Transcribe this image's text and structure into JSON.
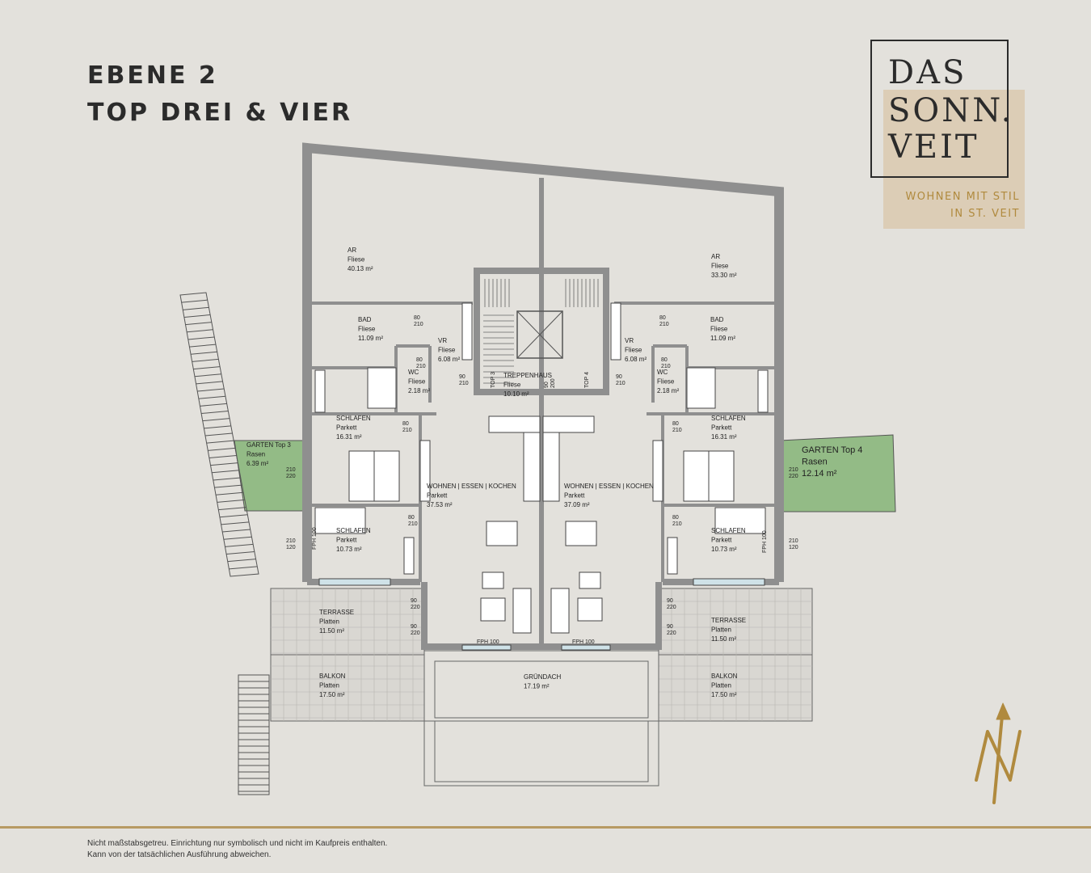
{
  "header": {
    "title_line1": "EBENE 2",
    "title_line2": "TOP DREI & VIER"
  },
  "logo": {
    "line1": "DAS",
    "line2": "SONN.",
    "line3": "VEIT",
    "tagline1": "WOHNEN MIT STIL",
    "tagline2": "IN ST. VEIT"
  },
  "footer": {
    "note_line1": "Nicht maßstabsgetreu. Einrichtung nur symbolisch und nicht im Kaufpreis enthalten.",
    "note_line2": "Kann von der tatsächlichen Ausführung abweichen."
  },
  "colors": {
    "background": "#e3e1dc",
    "wall": "#8f8f8f",
    "garden": "#93bb86",
    "accent_gold": "#b08a3e",
    "logo_block": "#dccdb6"
  },
  "north_arrow": {
    "icon": "north-arrow-icon"
  },
  "rooms": {
    "ar_left": {
      "name": "AR",
      "floor": "Fliese",
      "area": "40.13 m²"
    },
    "ar_right": {
      "name": "AR",
      "floor": "Fliese",
      "area": "33.30 m²"
    },
    "bad_left": {
      "name": "BAD",
      "floor": "Fliese",
      "area": "11.09 m²"
    },
    "bad_right": {
      "name": "BAD",
      "floor": "Fliese",
      "area": "11.09 m²"
    },
    "vr_left": {
      "name": "VR",
      "floor": "Fliese",
      "area": "6.08 m²"
    },
    "vr_right": {
      "name": "VR",
      "floor": "Fliese",
      "area": "6.08 m²"
    },
    "wc_left": {
      "name": "WC",
      "floor": "Fliese",
      "area": "2.18 m²"
    },
    "wc_right": {
      "name": "WC",
      "floor": "Fliese",
      "area": "2.18 m²"
    },
    "treppenhaus": {
      "name": "TREPPENHAUS",
      "floor": "Fliese",
      "area": "10.10 m²"
    },
    "schlafen1_left": {
      "name": "SCHLAFEN",
      "floor": "Parkett",
      "area": "16.31 m²"
    },
    "schlafen1_right": {
      "name": "SCHLAFEN",
      "floor": "Parkett",
      "area": "16.31 m²"
    },
    "schlafen2_left": {
      "name": "SCHLAFEN",
      "floor": "Parkett",
      "area": "10.73 m²"
    },
    "schlafen2_right": {
      "name": "SCHLAFEN",
      "floor": "Parkett",
      "area": "10.73 m²"
    },
    "wek_left": {
      "name": "WOHNEN | ESSEN | KOCHEN",
      "floor": "Parkett",
      "area": "37.53 m²"
    },
    "wek_right": {
      "name": "WOHNEN | ESSEN | KOCHEN",
      "floor": "Parkett",
      "area": "37.09 m²"
    },
    "garten_left": {
      "name": "GARTEN Top 3",
      "floor": "Rasen",
      "area": "6.39 m²"
    },
    "garten_right": {
      "name": "GARTEN Top 4",
      "floor": "Rasen",
      "area": "12.14 m²"
    },
    "terrasse_left": {
      "name": "TERRASSE",
      "floor": "Platten",
      "area": "11.50 m²"
    },
    "terrasse_right": {
      "name": "TERRASSE",
      "floor": "Platten",
      "area": "11.50 m²"
    },
    "balkon_left": {
      "name": "BALKON",
      "floor": "Platten",
      "area": "17.50 m²"
    },
    "balkon_right": {
      "name": "BALKON",
      "floor": "Platten",
      "area": "17.50 m²"
    },
    "gruendach": {
      "name": "GRÜNDACH",
      "area": "17.19 m²"
    }
  },
  "marks": {
    "top3": "TOP 3",
    "top4": "TOP 4",
    "fph100": "FPH 100",
    "d80_210": "80\n210",
    "d90_210": "90\n210",
    "d210_220": "210\n220",
    "d210_120": "210\n120",
    "d90_220": "90\n220",
    "d90_200": "90\n200"
  }
}
